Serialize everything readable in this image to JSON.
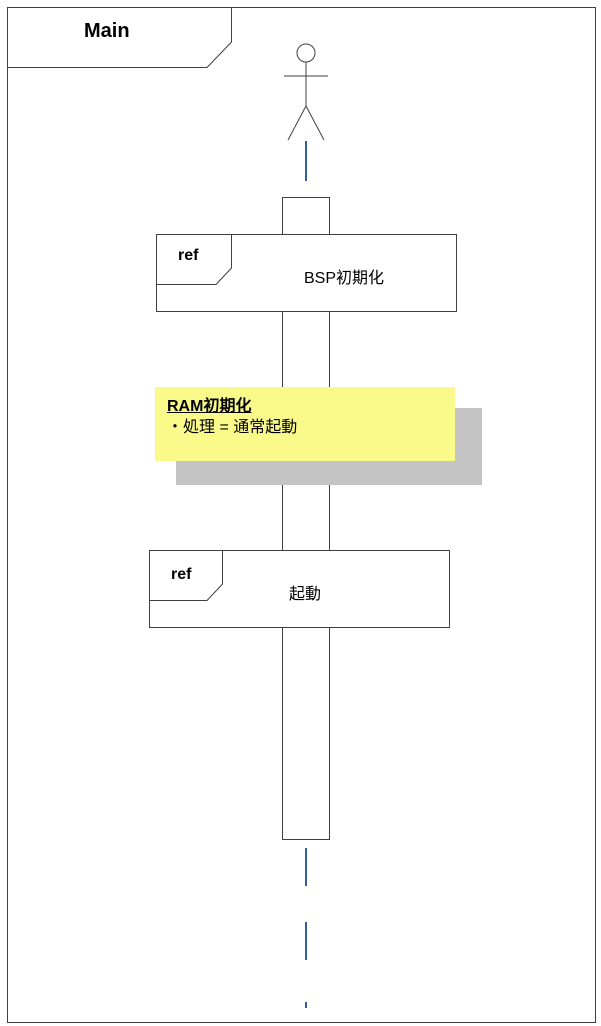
{
  "frame": {
    "title": "Main"
  },
  "lifeline": {
    "actor_icon": "stick-figure-actor-icon"
  },
  "refs": [
    {
      "tag": "ref",
      "label": "BSP初期化"
    },
    {
      "tag": "ref",
      "label": "起動"
    }
  ],
  "note": {
    "title": "RAM初期化",
    "lines": [
      "・処理 = 通常起動"
    ],
    "color": "#fafa8a",
    "shadow_color": "#c4c4c4"
  },
  "colors": {
    "lifeline_dash": "#2e5f96",
    "border": "#404040"
  }
}
